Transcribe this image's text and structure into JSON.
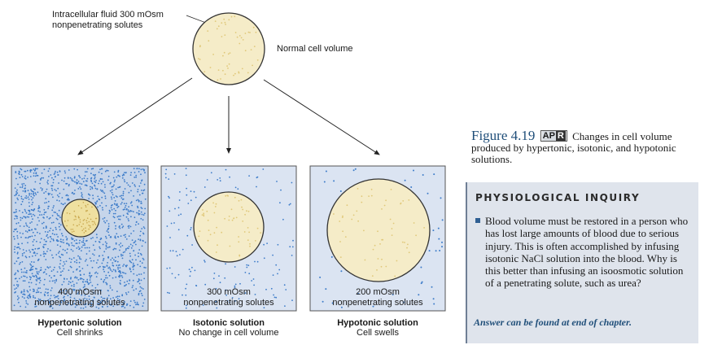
{
  "top_label": [
    "Intracellular fluid 300 mOsm",
    "nonpenetrating solutes"
  ],
  "normal_label": "Normal cell volume",
  "panels": [
    {
      "osm": "400 mOsm",
      "solutes": "nonpenetrating solutes",
      "title": "Hypertonic solution",
      "subtitle": "Cell shrinks"
    },
    {
      "osm": "300 mOsm",
      "solutes": "nonpenetrating solutes",
      "title": "Isotonic solution",
      "subtitle": "No change in cell volume"
    },
    {
      "osm": "200 mOsm",
      "solutes": "nonpenetrating solutes",
      "title": "Hypotonic solution",
      "subtitle": "Cell swells"
    }
  ],
  "figure": {
    "number": "Figure 4.19",
    "apr_ap": "AP",
    "apr_r": "R",
    "caption": "Changes in cell volume produced by hypertonic, isotonic, and hypotonic solutions."
  },
  "inquiry": {
    "heading": "PHYSIOLOGICAL INQUIRY",
    "question": "Blood volume must be restored in a person who has lost large amounts of blood due to serious injury. This is often accomplished by infusing isotonic NaCl solution into the blood. Why is this better than infusing an isoosmotic solution of a penetrating solute, such as urea?",
    "answer": "Answer can be found at end of chapter."
  },
  "colors": {
    "cell_fill": "#f5ecc8",
    "cell_stroke": "#333333",
    "panel_bg": "#dbe4f2",
    "solute_dot": "#3d7cc9",
    "intracellular_dot": "#e0c87a",
    "title_blue": "#1f4e79"
  }
}
